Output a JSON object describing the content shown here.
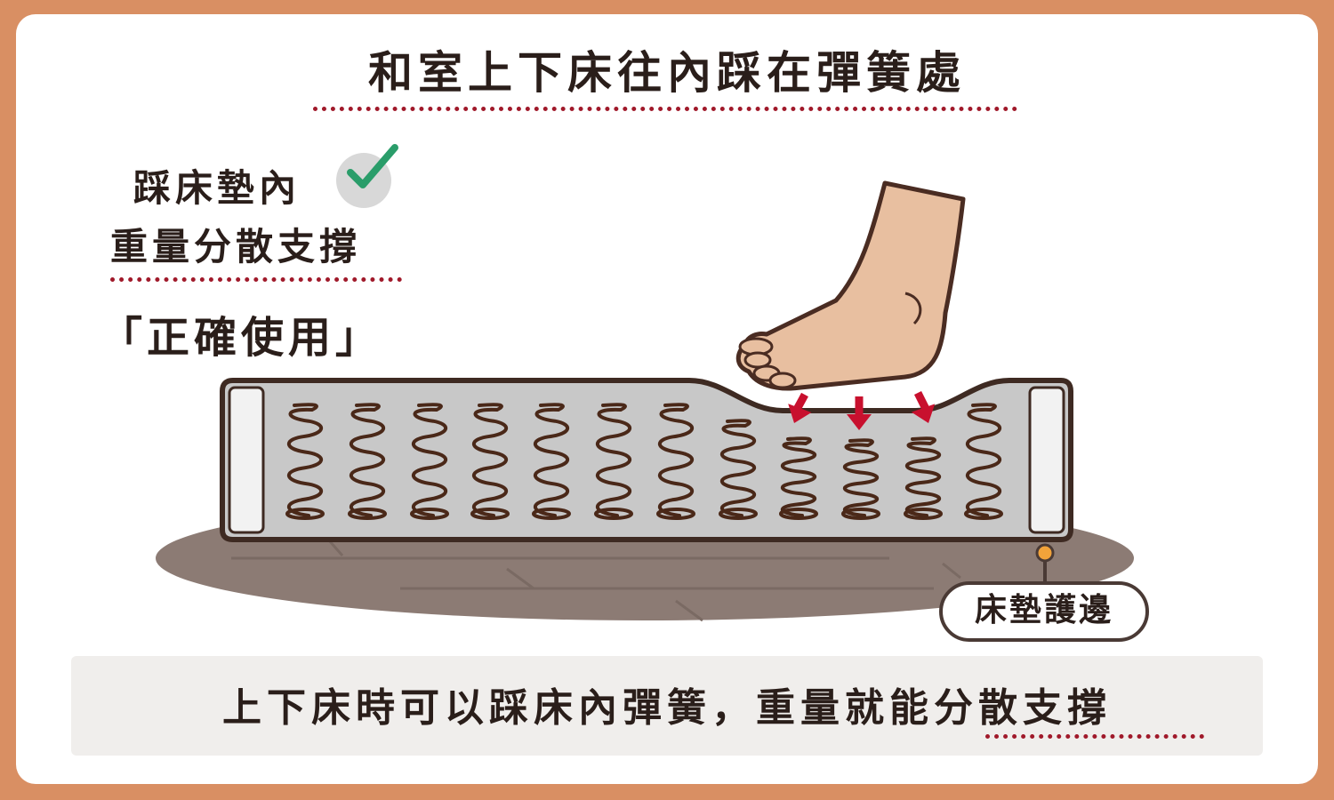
{
  "title": "和室上下床往內踩在彈簧處",
  "left_note": {
    "line1": "踩床墊內",
    "line2": "重量分散支撐",
    "line3": "「正確使用」"
  },
  "callout_label": "床墊護邊",
  "bottom_caption": "上下床時可以踩床內彈簧，重量就能分散支撐",
  "colors": {
    "frame": "#d98f63",
    "accent_red": "#a0192a",
    "arrow_red": "#c8102e",
    "spring_brown": "#4a2818",
    "check_green": "#2a9d6a",
    "floor": "#8c7b74",
    "skin": "#e8bfa0"
  },
  "icons": [
    "check-icon",
    "foot-icon",
    "spring-icon",
    "arrow-down-icon"
  ]
}
